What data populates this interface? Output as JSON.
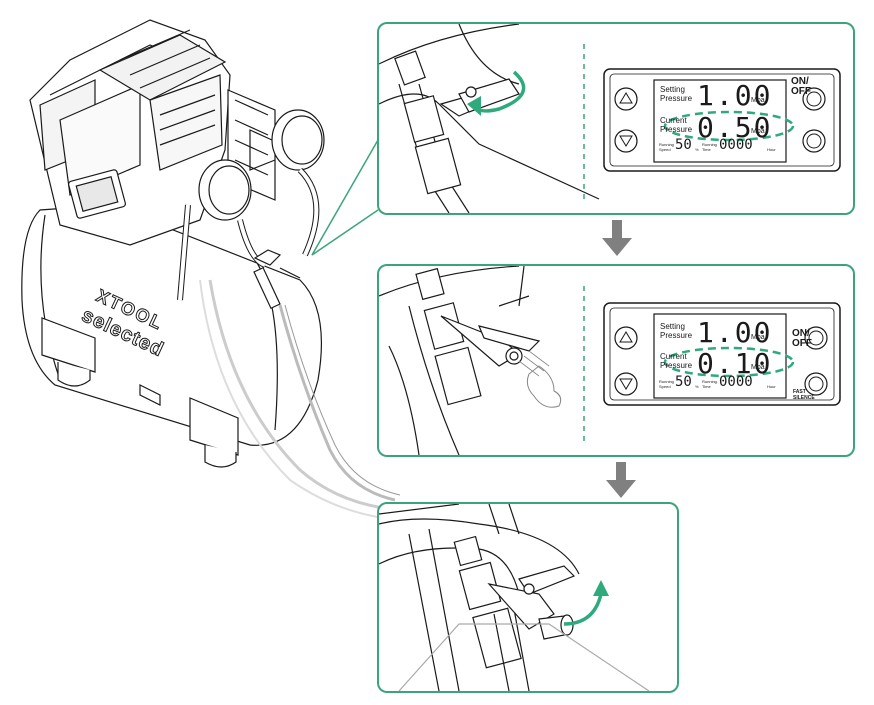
{
  "brand": {
    "line1": "XTOOL",
    "line2": "selected"
  },
  "compressor_display": {
    "top": "1.00",
    "bottom": "0.50"
  },
  "panels": [
    {
      "id": "step-1",
      "setting_label_1": "Setting",
      "setting_label_2": "Pressure",
      "setting_value": "1.00",
      "current_label_1": "Current",
      "current_label_2": "Pressure",
      "current_value": "0.50",
      "unit": "Mpa",
      "speed_label_1": "Running",
      "speed_label_2": "Speed",
      "speed_value": "50",
      "speed_unit": "%",
      "time_label_1": "Running",
      "time_label_2": "Time",
      "time_value": "0000",
      "time_unit": "Hour",
      "on_off_1": "ON/",
      "on_off_2": "OFF"
    },
    {
      "id": "step-2",
      "setting_label_1": "Setting",
      "setting_label_2": "Pressure",
      "setting_value": "1.00",
      "current_label_1": "Current",
      "current_label_2": "Pressure",
      "current_value": "0.10",
      "unit": "Mpa",
      "speed_label_1": "Running",
      "speed_label_2": "Speed",
      "speed_value": "50",
      "speed_unit": "%",
      "time_label_1": "Running",
      "time_label_2": "Time",
      "time_value": "0000",
      "time_unit": "Hour",
      "on_off_1": "ON/",
      "on_off_2": "OFF",
      "fast_1": "FAST",
      "fast_2": "SILENCE"
    }
  ],
  "colors": {
    "accent": "#3aa57a",
    "arrow": "#808080",
    "line": "#1a1a1a"
  }
}
